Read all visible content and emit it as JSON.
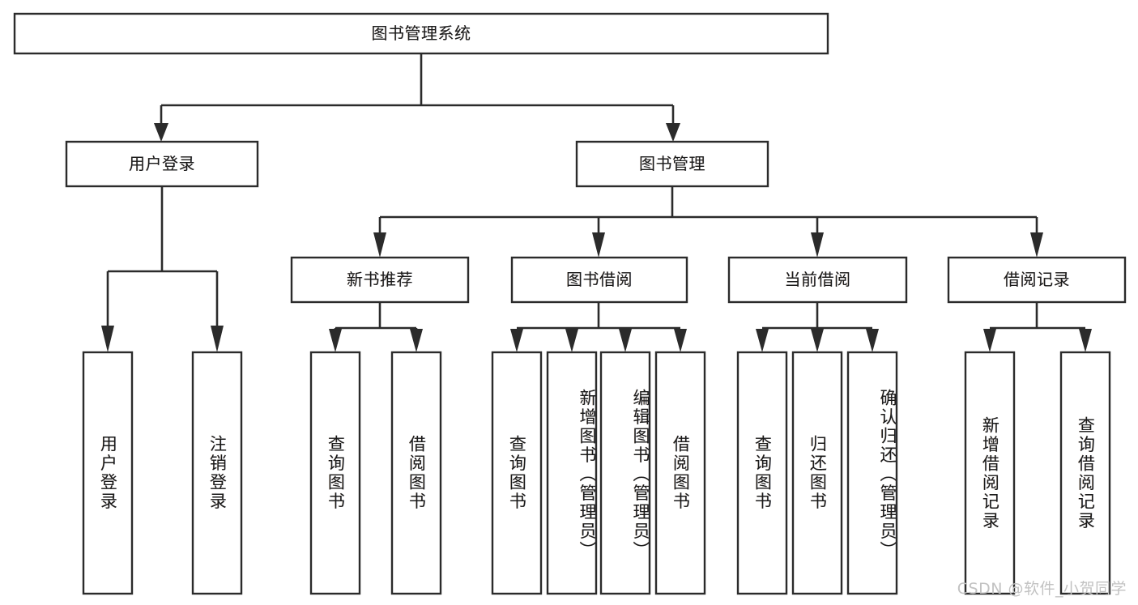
{
  "diagram": {
    "type": "tree",
    "title": "图书管理系统",
    "watermark": "CSDN @软件_小贺同学",
    "colors": {
      "box_stroke": "#2b2b2b",
      "box_fill": "#ffffff",
      "connector": "#2b2b2b",
      "text": "#1a1a1a",
      "watermark": "#c2c2c2",
      "background": "#ffffff"
    },
    "nodes": {
      "root": {
        "label": "图书管理系统"
      },
      "level2": [
        {
          "label": "用户登录"
        },
        {
          "label": "图书管理"
        }
      ],
      "level3": [
        {
          "label": "新书推荐"
        },
        {
          "label": "图书借阅"
        },
        {
          "label": "当前借阅"
        },
        {
          "label": "借阅记录"
        }
      ],
      "leaves": {
        "user_login": [
          {
            "label": "用户登录"
          },
          {
            "label": "注销登录"
          }
        ],
        "new_book_recommend": [
          {
            "label": "查询图书"
          },
          {
            "label": "借阅图书"
          }
        ],
        "book_borrow": [
          {
            "label": "查询图书"
          },
          {
            "label": "新增图书（管理员）"
          },
          {
            "label": "编辑图书（管理员）"
          },
          {
            "label": "借阅图书"
          }
        ],
        "current_borrow": [
          {
            "label": "查询图书"
          },
          {
            "label": "归还图书"
          },
          {
            "label": "确认归还（管理员）"
          }
        ],
        "borrow_record": [
          {
            "label": "新增借阅记录"
          },
          {
            "label": "查询借阅记录"
          }
        ]
      }
    }
  }
}
